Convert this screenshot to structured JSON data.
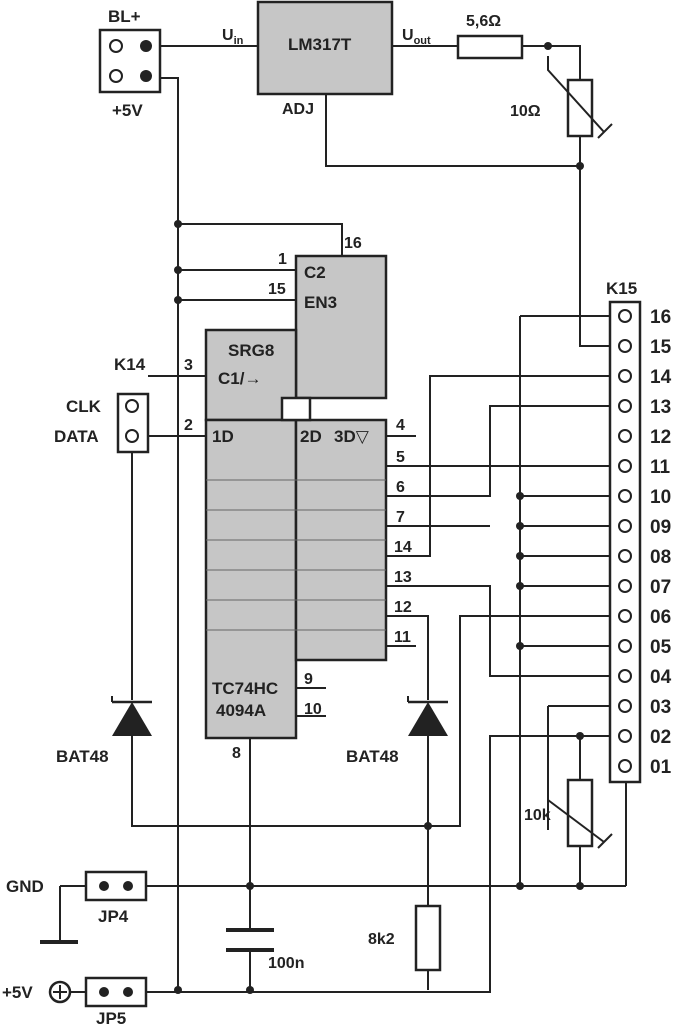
{
  "colors": {
    "ink": "#222222",
    "ic_fill": "#c6c6c6",
    "background": "#ffffff"
  },
  "connectors": {
    "bl_label": "BL+",
    "plus5v_label": "+5V",
    "k14_label": "K14",
    "clk_label": "CLK",
    "data_label": "DATA",
    "k15_label": "K15",
    "k15_pins": [
      "16",
      "15",
      "14",
      "13",
      "12",
      "11",
      "10",
      "09",
      "08",
      "07",
      "06",
      "05",
      "04",
      "03",
      "02",
      "01"
    ]
  },
  "regulator": {
    "name": "LM317T",
    "uin": "U",
    "uin_sub": "in",
    "uout": "U",
    "uout_sub": "out",
    "adj": "ADJ"
  },
  "resistors": {
    "r1": "5,6Ω",
    "pot1": "10Ω",
    "pot2": "10k",
    "r2": "8k2"
  },
  "shift_register": {
    "pin16": "16",
    "pin1": "1",
    "pin15": "15",
    "pin3": "3",
    "pin2": "2",
    "c2": "C2",
    "en3": "EN3",
    "srg8": "SRG8",
    "c1": "C1/→",
    "d1": "1D",
    "d2": "2D",
    "d3": "3D▽",
    "pin4": "4",
    "pin5": "5",
    "pin6": "6",
    "pin7": "7",
    "pin14": "14",
    "pin13": "13",
    "pin12": "12",
    "pin11": "11",
    "pin9": "9",
    "pin10": "10",
    "pin8": "8",
    "part_line1": "TC74HC",
    "part_line2": "4094A"
  },
  "diodes": {
    "d1": "BAT48",
    "d2": "BAT48"
  },
  "capacitor": {
    "c1": "100n"
  },
  "power": {
    "gnd": "GND",
    "plus5v": "+5V",
    "jp4": "JP4",
    "jp5": "JP5"
  }
}
